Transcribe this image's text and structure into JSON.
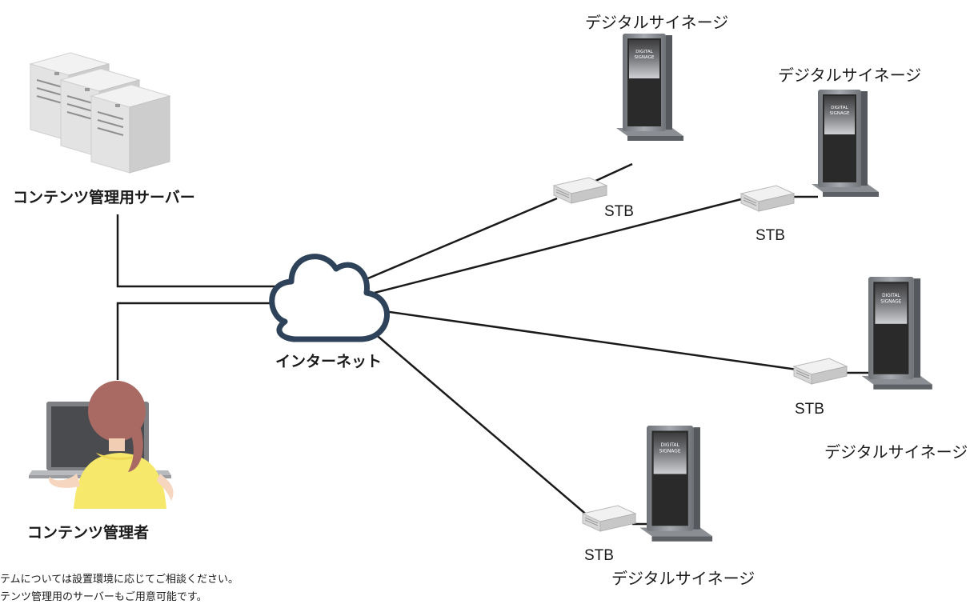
{
  "server": {
    "label": "コンテンツ管理用サーバー"
  },
  "manager": {
    "label": "コンテンツ管理者"
  },
  "internet": {
    "label": "インターネット"
  },
  "signage": {
    "label": "デジタルサイネージ",
    "screen_text_1": "DIGITAL",
    "screen_text_2": "SIGNAGE"
  },
  "stb": {
    "label": "STB"
  },
  "notes": [
    "テムについては設置環境に応じてご相談ください。",
    "テンツ管理用のサーバーもご用意可能です。"
  ],
  "colors": {
    "line": "#1a1a1a",
    "cloud_stroke": "#2e4259",
    "signage_frame": "#8f9399",
    "signage_screen": "#2a2a2a",
    "person_hair": "#a86a63",
    "person_shirt": "#f6e86a"
  }
}
